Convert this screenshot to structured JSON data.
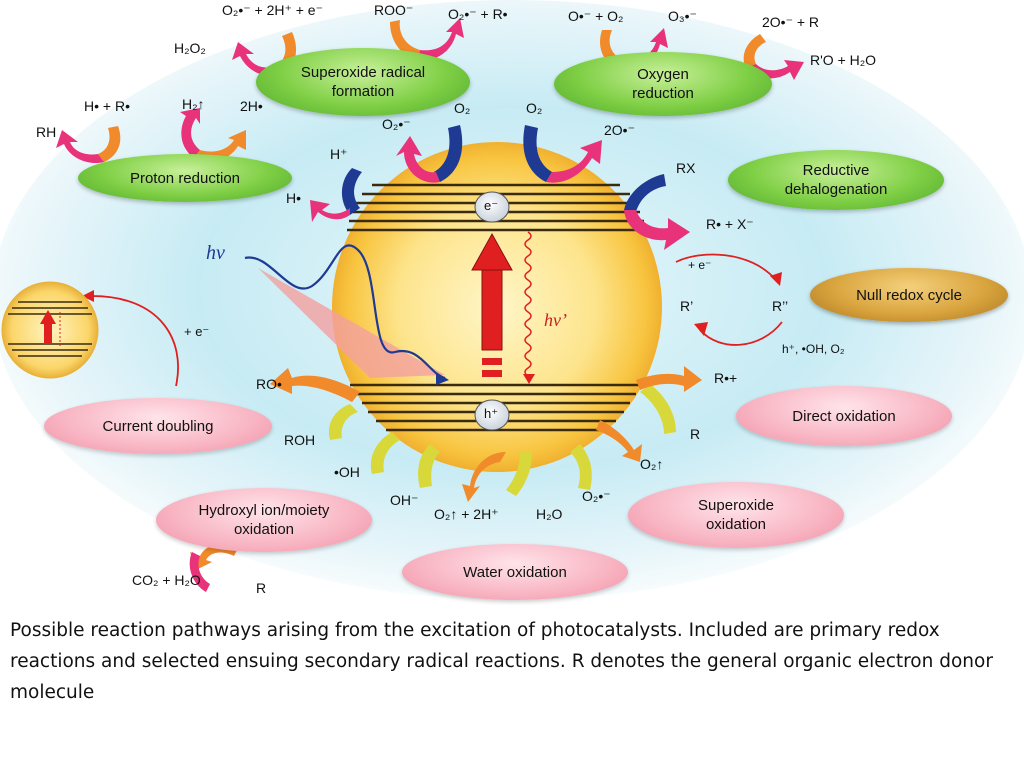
{
  "pills": {
    "superoxide_formation": "Superoxide radical formation",
    "oxygen_reduction": "Oxygen reduction",
    "proton_reduction": "Proton reduction",
    "reductive_dehalogenation": "Reductive dehalogenation",
    "null_redox": "Null redox cycle",
    "direct_oxidation": "Direct oxidation",
    "current_doubling": "Current doubling",
    "hydroxyl_oxidation": "Hydroxyl ion/moiety oxidation",
    "superoxide_oxidation": "Superoxide oxidation",
    "water_oxidation": "Water oxidation"
  },
  "species": {
    "o2m_2h_e": "O₂•⁻ + 2H⁺ + e⁻",
    "h2o2": "H₂O₂",
    "roo": "ROO⁻",
    "o2m_r": "O₂•⁻ + R•",
    "o_o2": "O•⁻ + O₂",
    "o3": "O₃•⁻",
    "twoo_r": "2O•⁻ + R",
    "ro_h2o": "R'O + H₂O",
    "h_r": "H• + R•",
    "h2_up": "H₂↑",
    "twoh": "2H•",
    "rh": "RH",
    "o2m_top": "O₂•⁻",
    "o2_top1": "O₂",
    "o2_top2": "O₂",
    "twoo_top": "2O•⁻",
    "hplus": "H⁺",
    "hdot": "H•",
    "rx": "RX",
    "r_x": "R• + X⁻",
    "electron": "e⁻",
    "hole": "h⁺",
    "hv": "hv",
    "hv_prime": "hv’",
    "plus_e_right": "+ e⁻",
    "r_prime": "R’",
    "r_dprime": "R’’",
    "h_oh_o2": "h⁺, •OH, O₂",
    "plus_e_left": "+ e⁻",
    "ro": "RO•",
    "roh": "ROH",
    "oh_rad": "•OH",
    "oh_minus": "OH⁻",
    "o2_2h": "O₂↑ + 2H⁺",
    "h2o": "H₂O",
    "o2m_bottom": "O₂•⁻",
    "o2_up": "O₂↑",
    "r_bottom": "R",
    "r_plus": "R•+",
    "co2_h2o": "CO₂ + H₂O",
    "r_small": "R"
  },
  "caption": "Possible reaction pathways arising from the excitation of photocatalysts. Included are primary redox reactions and selected ensuing secondary radical reactions. R denotes the general organic electron donor molecule",
  "colors": {
    "background_glow": "#bfe6f2",
    "particle": "#fbd25c",
    "reduction_arrow": "#1f3a93",
    "product_arrow": "#e8327a",
    "oxidation_arrow": "#e8e03a",
    "secondary_arrow": "#f08a2a",
    "excitation_arrow": "#e02020",
    "green_pill": "#7fcf45",
    "pink_pill": "#f8b4c2",
    "brown_pill": "#d9a43e"
  }
}
